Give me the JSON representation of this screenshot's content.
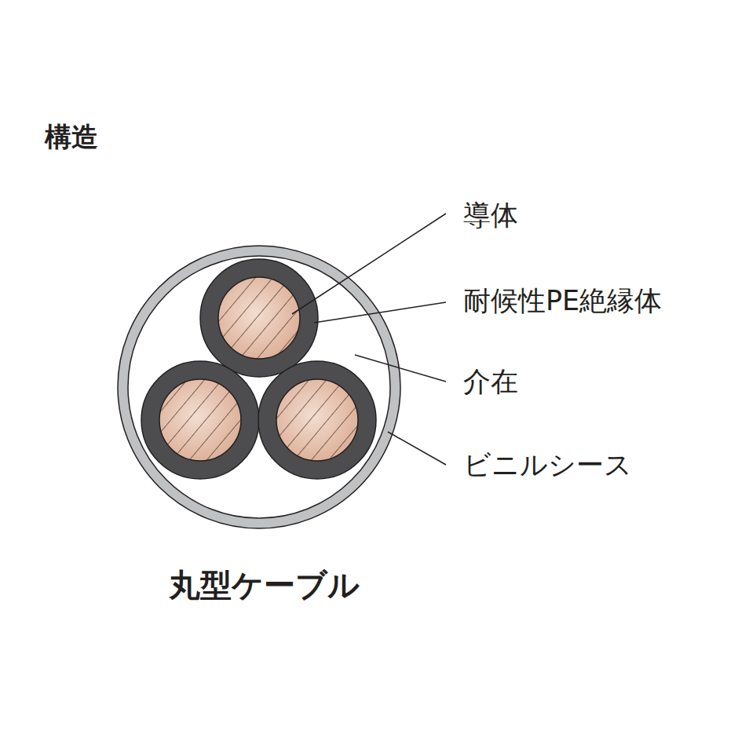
{
  "diagram": {
    "title": "構造",
    "caption": "丸型ケーブル",
    "labels": [
      "導体",
      "耐候性PE絶縁体",
      "介在",
      "ビニルシース"
    ]
  }
}
